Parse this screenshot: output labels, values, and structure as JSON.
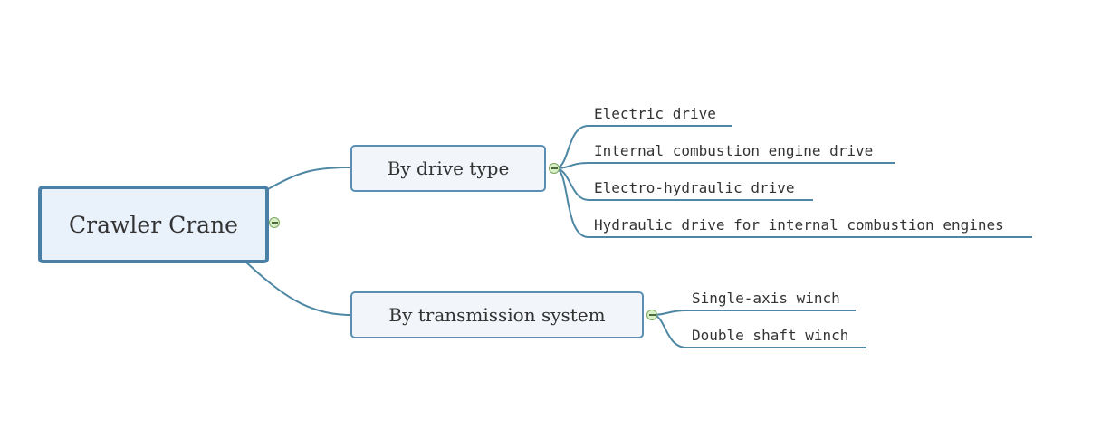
{
  "root": {
    "label": "Crawler Crane"
  },
  "branches": [
    {
      "label": "By drive type",
      "leaves": [
        "Electric drive",
        "Internal combustion engine drive",
        "Electro-hydraulic drive",
        "Hydraulic drive for internal combustion engines"
      ]
    },
    {
      "label": "By transmission system",
      "leaves": [
        "Single-axis winch",
        "Double shaft winch"
      ]
    }
  ],
  "colors": {
    "line": "#4e87a3",
    "root_border": "#4a7fa6",
    "toggle_fill": "#d9f0c8"
  },
  "icons": {
    "toggle": "collapse-minus-icon"
  }
}
